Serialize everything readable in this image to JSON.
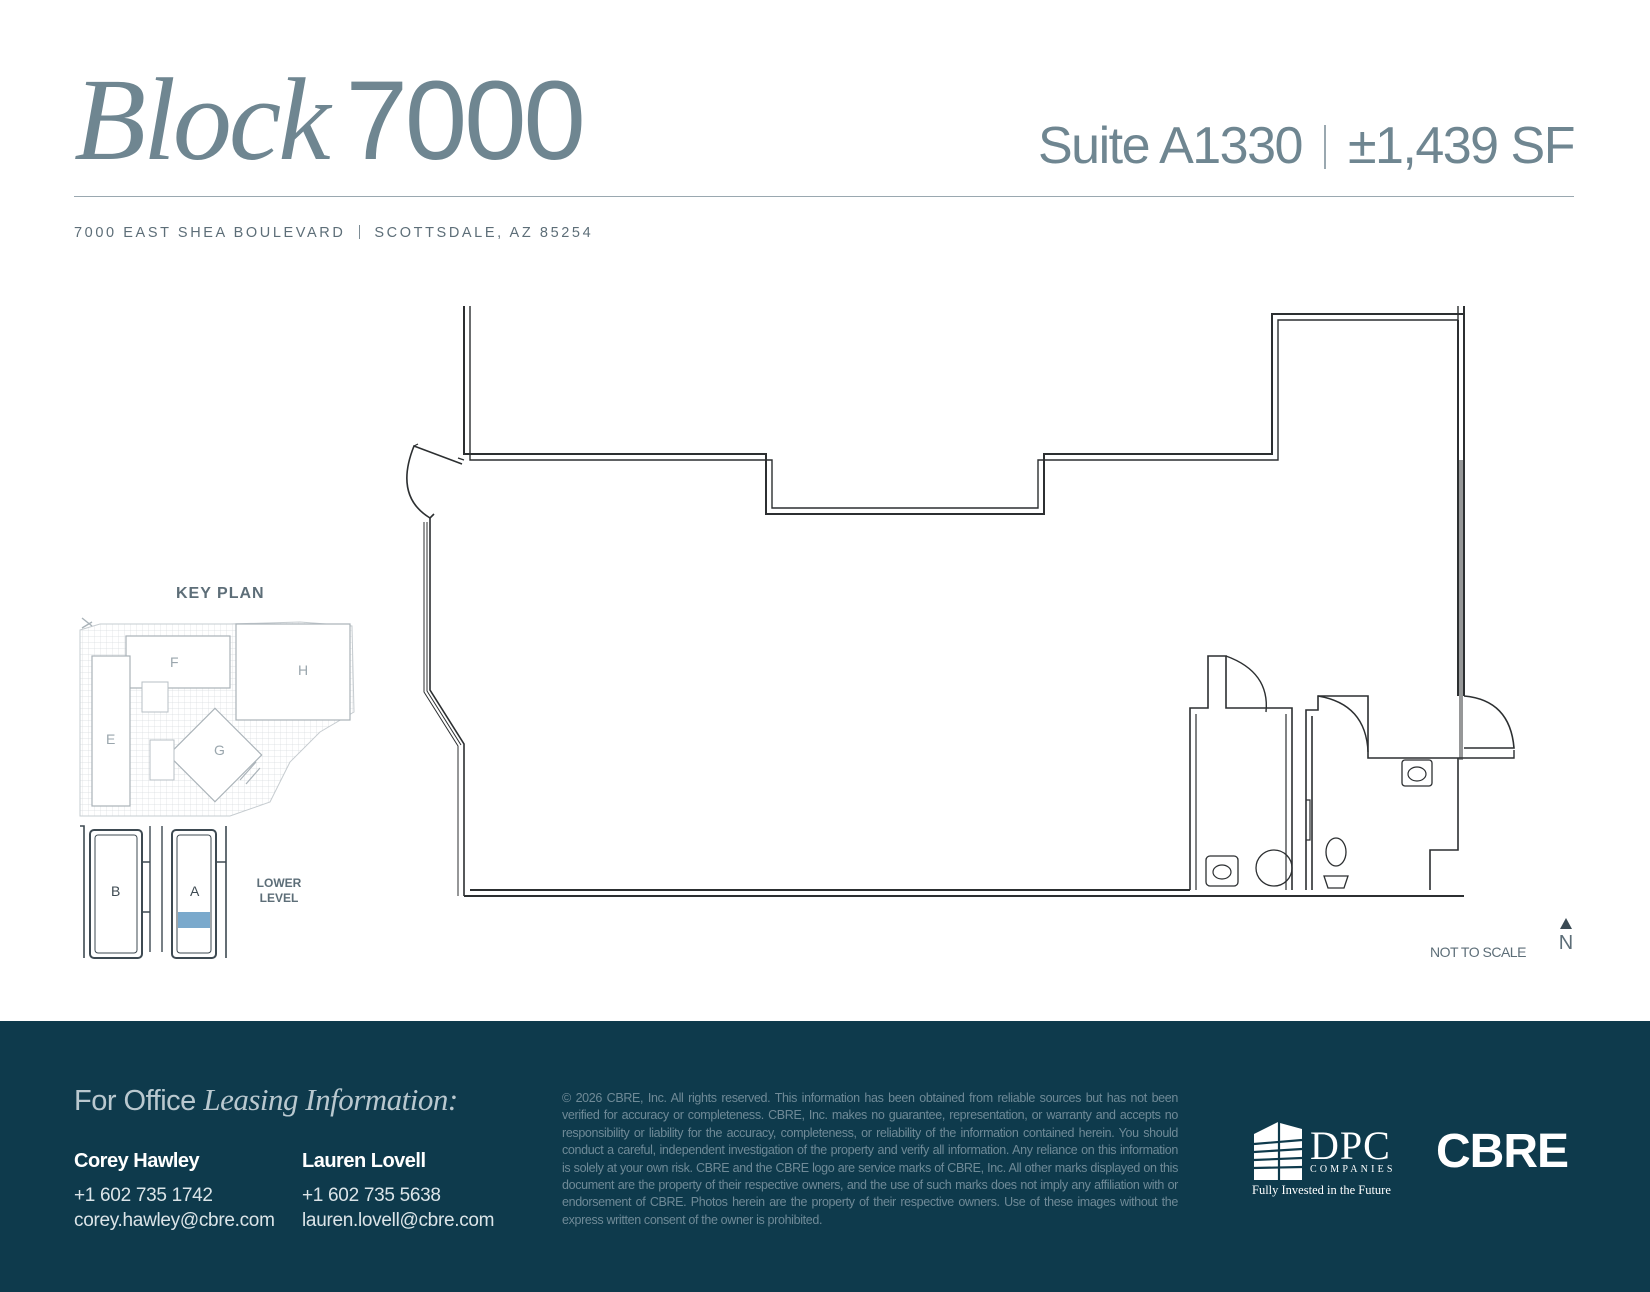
{
  "header": {
    "title_italic": "Block",
    "title_number": "7000",
    "suite": "Suite A1330",
    "area": "±1,439 SF",
    "address_street": "7000 EAST SHEA BOULEVARD",
    "address_city": "SCOTTSDALE, AZ 85254"
  },
  "key_plan": {
    "title": "KEY PLAN",
    "buildings": [
      "F",
      "H",
      "E",
      "G",
      "B",
      "A"
    ],
    "lower_level_line1": "LOWER",
    "lower_level_line2": "LEVEL",
    "highlight_color": "#7aa9cc"
  },
  "floor_plan": {
    "scale_note": "NOT TO SCALE",
    "north_label": "N"
  },
  "footer": {
    "leasing_prefix": "For Office",
    "leasing_italic": "Leasing Information:",
    "contacts": [
      {
        "name": "Corey Hawley",
        "phone": "+1 602 735 1742",
        "email": "corey.hawley@cbre.com"
      },
      {
        "name": "Lauren Lovell",
        "phone": "+1 602 735 5638",
        "email": "lauren.lovell@cbre.com"
      }
    ],
    "disclaimer": "© 2026 CBRE, Inc. All rights reserved. This information has been obtained from reliable sources but has not been verified for accuracy or completeness. CBRE, Inc. makes no guarantee, representation, or warranty and accepts no responsibility or liability for the accuracy, completeness, or reliability of the information contained herein. You should conduct a careful, independent investigation of the property and verify all information. Any reliance on this information is solely at your own risk. CBRE and the CBRE logo are service marks of CBRE, Inc. All other marks displayed on this document are the property of their respective owners, and the use of such marks does not imply any affiliation with or endorsement of CBRE. Photos herein are the property of their respective owners. Use of these images without the express written consent of the owner is prohibited.",
    "dpc_name": "DPC",
    "dpc_sub": "COMPANIES",
    "dpc_tagline": "Fully Invested in the Future",
    "cbre_logo": "CBRE",
    "background_color": "#0e3a4c"
  }
}
